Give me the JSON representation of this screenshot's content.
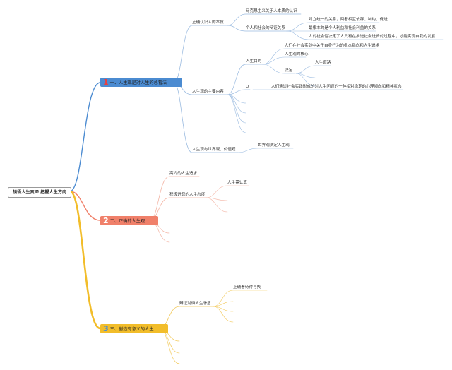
{
  "root": {
    "label": "领悟人生真谛 把握人生方向"
  },
  "branches": [
    {
      "number": "1",
      "label": "一、人生观是对人生的总看法",
      "color": "#4b8bd1",
      "children": [
        {
          "label": "正确认识人的本质",
          "children": [
            "马克思主义关于人本质的认识",
            "个人和社会的辩证关系"
          ],
          "relation": [
            "对立统一的关系，两者相互依存、制约、促进",
            "最根本的是个人利益和社会利益的关系",
            "人的社会性决定了人只有在推进社会进步的过程中，才能实现自我的发展"
          ]
        },
        {
          "label": "人生观的主要内容",
          "goal": "人生目的",
          "goal_items": [
            "人们在社会实践中关于自身行为的根本指向和人生追求",
            "人生观的核心",
            "决定"
          ],
          "decides": "人生道路",
          "q_label": "Q",
          "q_text": "人们通过社会实践形成的对人生问题的一种相对稳定的心理倾向和精神状态"
        },
        {
          "label": "人生观与世界观、价值观",
          "children": [
            "世界观决定人生观"
          ]
        }
      ]
    },
    {
      "number": "2",
      "label": "二、正确的人生观",
      "color": "#f0806a",
      "children": [
        {
          "label": "高尚的人生追求"
        },
        {
          "label": "积极进取的人生态度",
          "children": [
            "人生需认真"
          ]
        }
      ]
    },
    {
      "number": "3",
      "label": "三、创造有意义的人生",
      "color": "#f2bd2a",
      "children": [
        {
          "label": "辩证对待人生矛盾",
          "children": [
            "正确看待得与失"
          ]
        }
      ]
    }
  ],
  "link_colors": {
    "blue": "#9bbbe0",
    "orange": "#f3b4a4",
    "yellow": "#f2c95a",
    "main_blue": "#4b8bd1",
    "main_orange": "#f0806a",
    "main_yellow": "#f2bd2a"
  }
}
